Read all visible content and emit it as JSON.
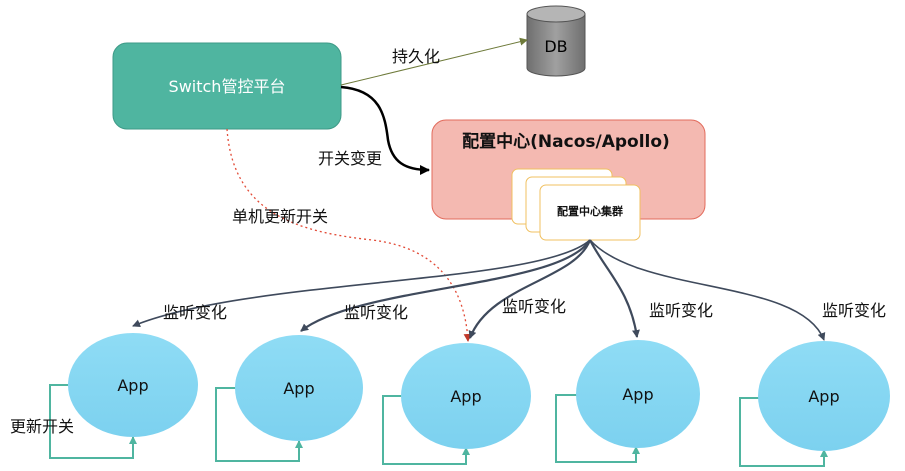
{
  "nodes": {
    "db": {
      "label": "DB"
    },
    "switch_platform": {
      "label": "Switch管控平台"
    },
    "config_center": {
      "label": "配置中心(Nacos/Apollo)"
    },
    "config_cluster": {
      "label": "配置中心集群"
    },
    "apps": [
      {
        "label": "App"
      },
      {
        "label": "App"
      },
      {
        "label": "App"
      },
      {
        "label": "App"
      },
      {
        "label": "App"
      }
    ]
  },
  "edges": {
    "persist": "持久化",
    "switch_change": "开关变更",
    "single_update": "单机更新开关",
    "listen": [
      "监听变化",
      "监听变化",
      "监听变化",
      "监听变化",
      "监听变化"
    ],
    "self_update": "更新开关"
  },
  "colors": {
    "switch_fill": "#4fb5a0",
    "config_fill": "#f4b9b1",
    "config_border": "#e26b5c",
    "app_fill": "#88d8f3",
    "db_fill": "#8e8e8e",
    "listen_arrow": "#3f4a5c",
    "persist_arrow": "#6e7a3a",
    "dotted_arrow": "#e24a36",
    "loop_arrow": "#4fb5a0"
  }
}
